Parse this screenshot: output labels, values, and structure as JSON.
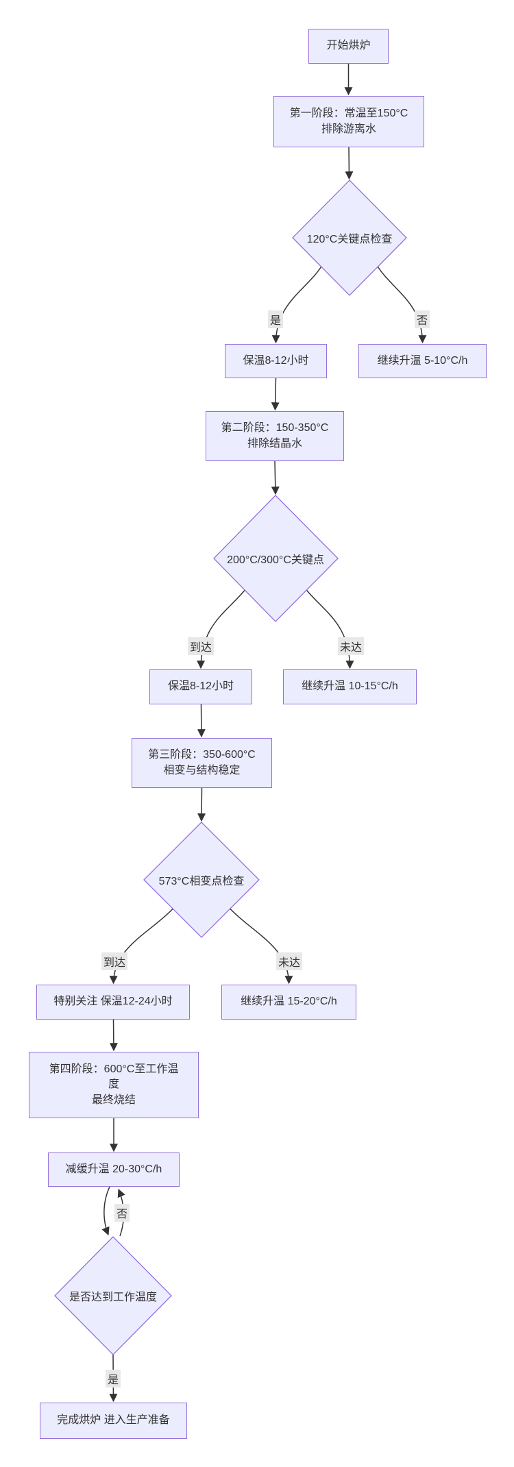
{
  "colors": {
    "node_fill": "#ECECFF",
    "node_border": "#9370DB",
    "edge_color": "#333333",
    "text_color": "#333333",
    "label_bg": "#e8e8e8",
    "canvas_bg": "#ffffff"
  },
  "nodes": {
    "start": {
      "label": "开始烘炉"
    },
    "stage1": {
      "label": "第一阶段：常温至150°C\n排除游离水"
    },
    "check120": {
      "label": "120°C关键点检查"
    },
    "hold1": {
      "label": "保温8-12小时"
    },
    "continue1": {
      "label": "继续升温 5-10°C/h"
    },
    "stage2": {
      "label": "第二阶段：150-350°C\n排除结晶水"
    },
    "check200": {
      "label": "200°C/300°C关键点"
    },
    "hold2": {
      "label": "保温8-12小时"
    },
    "continue2": {
      "label": "继续升温 10-15°C/h"
    },
    "stage3": {
      "label": "第三阶段：350-600°C\n相变与结构稳定"
    },
    "check573": {
      "label": "573°C相变点检查"
    },
    "hold3": {
      "label": "特别关注 保温12-24小时"
    },
    "continue3": {
      "label": "继续升温 15-20°C/h"
    },
    "stage4": {
      "label": "第四阶段：600°C至工作温\n度\n最终烧结"
    },
    "slow": {
      "label": "减缓升温 20-30°C/h"
    },
    "checkWork": {
      "label": "是否达到工作温度"
    },
    "done": {
      "label": "完成烘炉 进入生产准备"
    }
  },
  "edge_labels": {
    "yes1": "是",
    "no1": "否",
    "reach1": "到达",
    "miss1": "未达",
    "reach2": "到达",
    "miss2": "未达",
    "no2": "否",
    "yes2": "是"
  }
}
